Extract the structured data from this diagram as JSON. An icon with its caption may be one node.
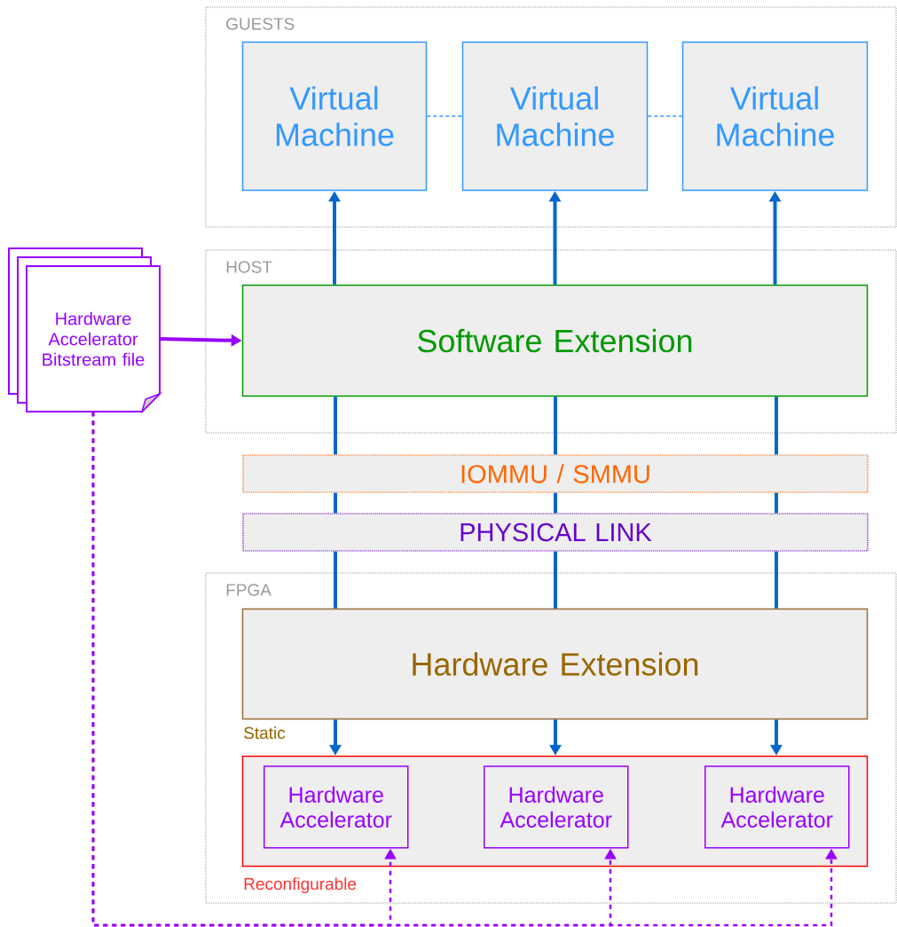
{
  "diagram": {
    "nodes": [
      {
        "text": [
          "GUESTS"
        ]
      },
      {
        "text": [
          "Virtual Machine"
        ],
        "in": 0
      },
      {
        "text": [
          "Virtual Machine"
        ],
        "in": 0
      },
      {
        "text": [
          "Virtual Machine"
        ],
        "in": 0
      },
      {
        "text": [
          "HOST"
        ]
      },
      {
        "text": [
          "Software Extension"
        ],
        "in": 4
      },
      {
        "text": [
          "Hardware Accelerator Bitstream file"
        ]
      },
      {
        "text": [
          "IOMMU / SMMU"
        ]
      },
      {
        "text": [
          "PHYSICAL LINK"
        ]
      },
      {
        "text": [
          "FPGA"
        ]
      },
      {
        "text": [
          "Hardware Extension"
        ],
        "in": 9,
        "beside": [
          "Static"
        ]
      },
      {
        "text": [],
        "shape": "box",
        "in": 9,
        "beside": [
          "Reconfigurable"
        ]
      },
      {
        "text": [
          "Hardware Accelerator"
        ],
        "in": 11
      },
      {
        "text": [
          "Hardware Accelerator"
        ],
        "in": 11
      },
      {
        "text": [
          "Hardware Accelerator"
        ],
        "in": 11
      }
    ],
    "edges": [
      {
        "from": 1,
        "to": 2,
        "arrow": "none",
        "style": "dashed",
        "color": "#3399ff"
      },
      {
        "from": 2,
        "to": 3,
        "arrow": "none",
        "style": "dashed",
        "color": "#3399ff"
      },
      {
        "from": 5,
        "to": 1,
        "arrow": "to"
      },
      {
        "from": 5,
        "to": 2,
        "arrow": "to"
      },
      {
        "from": 5,
        "to": 3,
        "arrow": "to"
      },
      {
        "from": 7,
        "to": 5,
        "arrow": "none"
      },
      {
        "from": 7,
        "to": 5,
        "arrow": "none"
      },
      {
        "from": 7,
        "to": 5,
        "arrow": "none"
      },
      {
        "from": 8,
        "to": 7,
        "arrow": "none"
      },
      {
        "from": 8,
        "to": 7,
        "arrow": "none"
      },
      {
        "from": 8,
        "to": 7,
        "arrow": "none"
      },
      {
        "from": 10,
        "to": 8,
        "arrow": "none"
      },
      {
        "from": 10,
        "to": 8,
        "arrow": "none"
      },
      {
        "from": 10,
        "to": 8,
        "arrow": "none"
      },
      {
        "from": 10,
        "to": 11,
        "arrow": "to"
      },
      {
        "from": 10,
        "to": 11,
        "arrow": "to"
      },
      {
        "from": 10,
        "to": 11,
        "arrow": "to"
      },
      {
        "from": 6,
        "to": 5,
        "arrow": "to",
        "color": "#9900ff"
      },
      {
        "from": 6,
        "to": 12,
        "arrow": "to",
        "style": "dashed",
        "color": "#9900ff"
      },
      {
        "from": 6,
        "to": 13,
        "arrow": "to",
        "style": "dashed",
        "color": "#9900ff"
      },
      {
        "from": 6,
        "to": 14,
        "arrow": "to",
        "style": "dashed",
        "color": "#9900ff"
      }
    ]
  }
}
